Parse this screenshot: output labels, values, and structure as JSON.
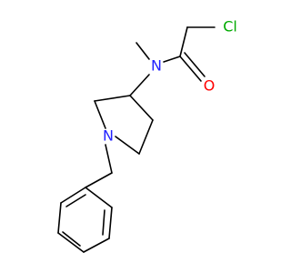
{
  "molecule": {
    "colors": {
      "bond": "#000000",
      "N": "#2222ff",
      "O": "#ff0000",
      "Cl": "#00aa00"
    },
    "atoms": [
      {
        "id": "N_amide",
        "label": "N",
        "element": "N"
      },
      {
        "id": "O",
        "label": "O",
        "element": "O"
      },
      {
        "id": "Cl",
        "label": "Cl",
        "element": "Cl"
      },
      {
        "id": "N_ring",
        "label": "N",
        "element": "N"
      }
    ]
  }
}
